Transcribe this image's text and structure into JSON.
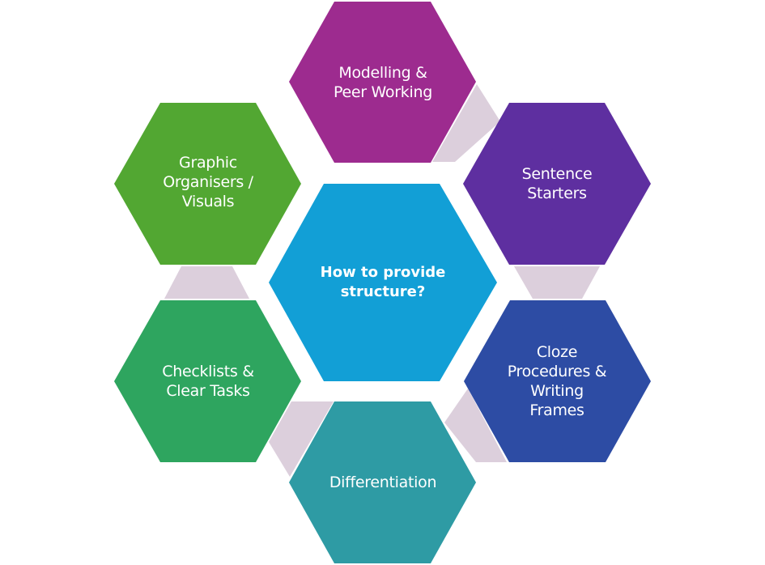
{
  "diagram": {
    "center": {
      "label_lines": [
        "How to provide",
        "structure?"
      ],
      "color": "#129fd6"
    },
    "nodes": [
      {
        "id": "modelling",
        "label_lines": [
          "Modelling &",
          "Peer Working"
        ],
        "color": "#9d2b8f"
      },
      {
        "id": "sentence-starters",
        "label_lines": [
          "Sentence",
          "Starters"
        ],
        "color": "#5e2fa0"
      },
      {
        "id": "cloze",
        "label_lines": [
          "Cloze",
          "Procedures &",
          "Writing",
          "Frames"
        ],
        "color": "#2d4ca4"
      },
      {
        "id": "differentiation",
        "label_lines": [
          "Differentiation"
        ],
        "color": "#2e9ba4"
      },
      {
        "id": "checklists",
        "label_lines": [
          "Checklists &",
          "Clear Tasks"
        ],
        "color": "#2ea55f"
      },
      {
        "id": "graphic-organisers",
        "label_lines": [
          "Graphic",
          "Organisers /",
          "Visuals"
        ],
        "color": "#52a732"
      }
    ],
    "connector_color": "#dccfdc"
  }
}
